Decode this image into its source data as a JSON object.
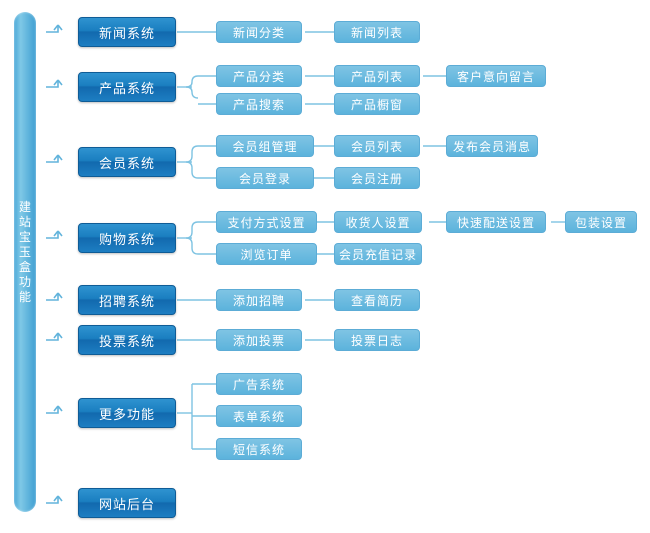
{
  "diagram": {
    "type": "tree-mindmap",
    "root": {
      "label": "建站宝玉盒功能",
      "chars": [
        "建",
        "站",
        "宝",
        "玉",
        "盒",
        "功",
        "能"
      ]
    },
    "branches": [
      {
        "name": "news",
        "level1": "新闻系统",
        "rows": [
          [
            "新闻分类",
            "新闻列表"
          ]
        ]
      },
      {
        "name": "product",
        "level1": "产品系统",
        "rows": [
          [
            "产品分类",
            "产品列表",
            "客户意向留言"
          ],
          [
            "产品搜索",
            "产品橱窗"
          ]
        ]
      },
      {
        "name": "member",
        "level1": "会员系统",
        "rows": [
          [
            "会员组管理",
            "会员列表",
            "发布会员消息"
          ],
          [
            "会员登录",
            "会员注册"
          ]
        ]
      },
      {
        "name": "shopping",
        "level1": "购物系统",
        "rows": [
          [
            "支付方式设置",
            "收货人设置",
            "快速配送设置",
            "包装设置"
          ],
          [
            "浏览订单",
            "会员充值记录"
          ]
        ]
      },
      {
        "name": "recruit",
        "level1": "招聘系统",
        "rows": [
          [
            "添加招聘",
            "查看简历"
          ]
        ]
      },
      {
        "name": "vote",
        "level1": "投票系统",
        "rows": [
          [
            "添加投票",
            "投票日志"
          ]
        ]
      },
      {
        "name": "more",
        "level1": "更多功能",
        "rows": [
          [
            "广告系统"
          ],
          [
            "表单系统"
          ],
          [
            "短信系统"
          ]
        ]
      },
      {
        "name": "backend",
        "level1": "网站后台",
        "rows": []
      }
    ],
    "colors": {
      "trunk": "#4aa8d8",
      "level1_top": "#2f93d0",
      "level1_bottom": "#1269ae",
      "level2_top": "#7fc4e4",
      "level2_bottom": "#5cb3dc",
      "connector": "#62b4dc",
      "text": "#ffffff",
      "background": "#ffffff"
    }
  }
}
